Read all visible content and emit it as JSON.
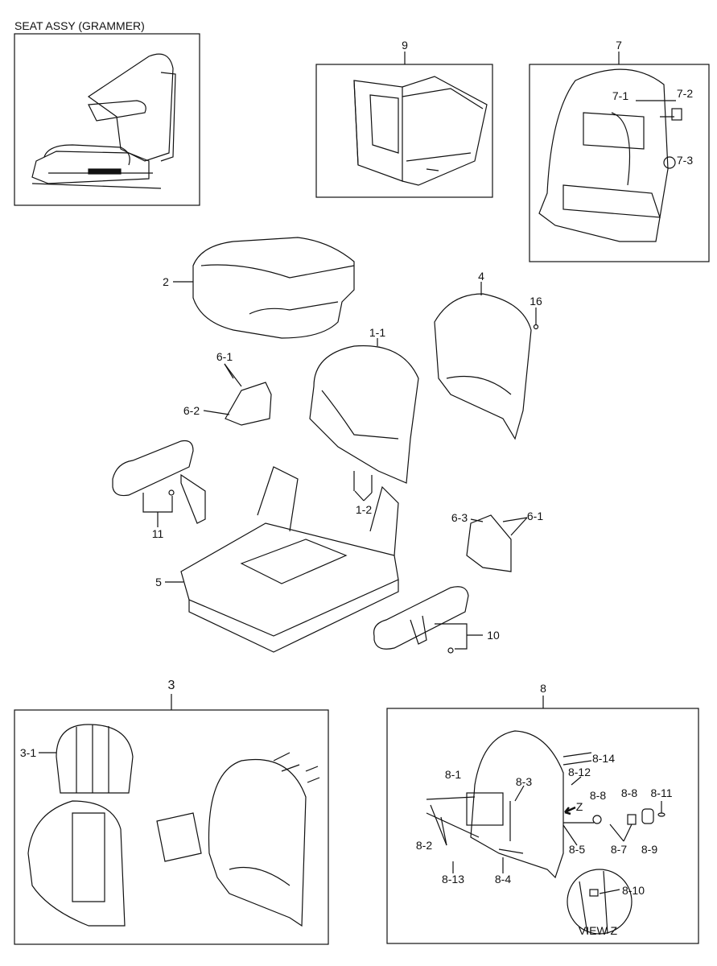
{
  "title": "SEAT ASSY (GRAMMER)",
  "callouts": {
    "c9": "9",
    "c7": "7",
    "c7_1": "7-1",
    "c7_2": "7-2",
    "c7_3": "7-3",
    "c2": "2",
    "c4": "4",
    "c16": "16",
    "c1_1": "1-1",
    "c6_1a": "6-1",
    "c6_2": "6-2",
    "c1_2": "1-2",
    "c6_3": "6-3",
    "c6_1b": "6-1",
    "c11": "11",
    "c5": "5",
    "c10": "10",
    "c3": "3",
    "c3_1": "3-1",
    "c8": "8",
    "c8_1": "8-1",
    "c8_2": "8-2",
    "c8_3": "8-3",
    "c8_4": "8-4",
    "c8_5": "8-5",
    "c8_7": "8-7",
    "c8_8a": "8-8",
    "c8_8b": "8-8",
    "c8_9": "8-9",
    "c8_10": "8-10",
    "c8_11": "8-11",
    "c8_12": "8-12",
    "c8_13": "8-13",
    "c8_14": "8-14",
    "z_arrow": "Z",
    "view_z": "VIEW Z"
  }
}
